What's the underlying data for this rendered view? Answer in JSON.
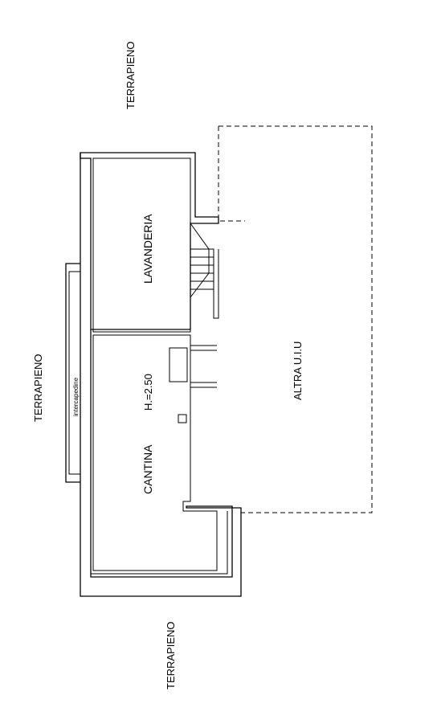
{
  "labels": {
    "terrapieno_top": "TERRAPIENO",
    "terrapieno_left": "TERRAPIENO",
    "terrapieno_bottom": "TERRAPIENO",
    "lavanderia": "LAVANDERIA",
    "cantina": "CANTINA",
    "height": "H.=2.50",
    "intercapedine": "intercapedine",
    "altra_uiu": "ALTRA U.I.U"
  }
}
